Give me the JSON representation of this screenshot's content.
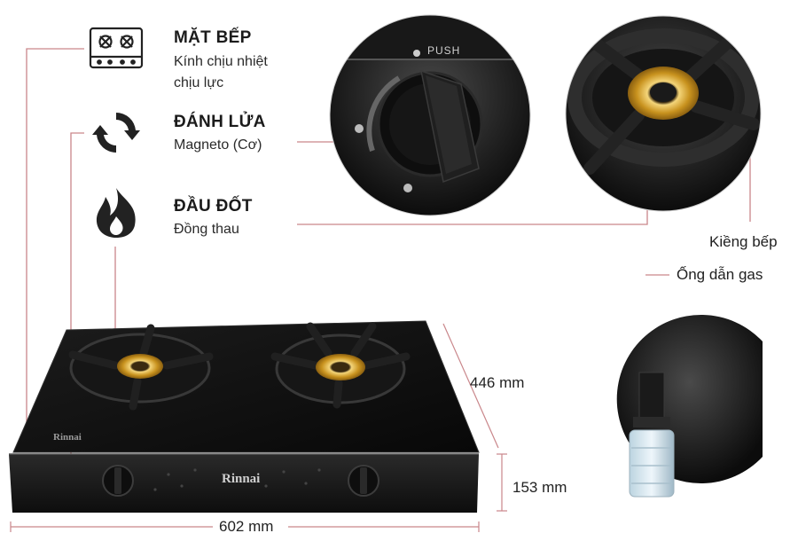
{
  "features": [
    {
      "title": "MẶT BẾP",
      "sub": [
        "Kính chịu nhiệt",
        "chịu lực"
      ],
      "icon": "cooktop-icon"
    },
    {
      "title": "ĐÁNH LỬA",
      "sub": [
        "Magneto (Cơ)"
      ],
      "icon": "ignition-cycle-icon"
    },
    {
      "title": "ĐẦU ĐỐT",
      "sub": [
        "Đồng thau"
      ],
      "icon": "flame-icon"
    }
  ],
  "callouts": {
    "grate": "Kiềng bếp",
    "gas_pipe": "Ống dẫn gas"
  },
  "dimensions": {
    "depth": "446 mm",
    "height": "153 mm",
    "width": "602 mm"
  },
  "brand": {
    "panel_logo": "Rinnai",
    "glass_logo": "Rinnai"
  },
  "knob_label": "PUSH",
  "colors": {
    "leader_line": "#c9868a",
    "glass": "#111111",
    "brass": "#d4a530"
  }
}
